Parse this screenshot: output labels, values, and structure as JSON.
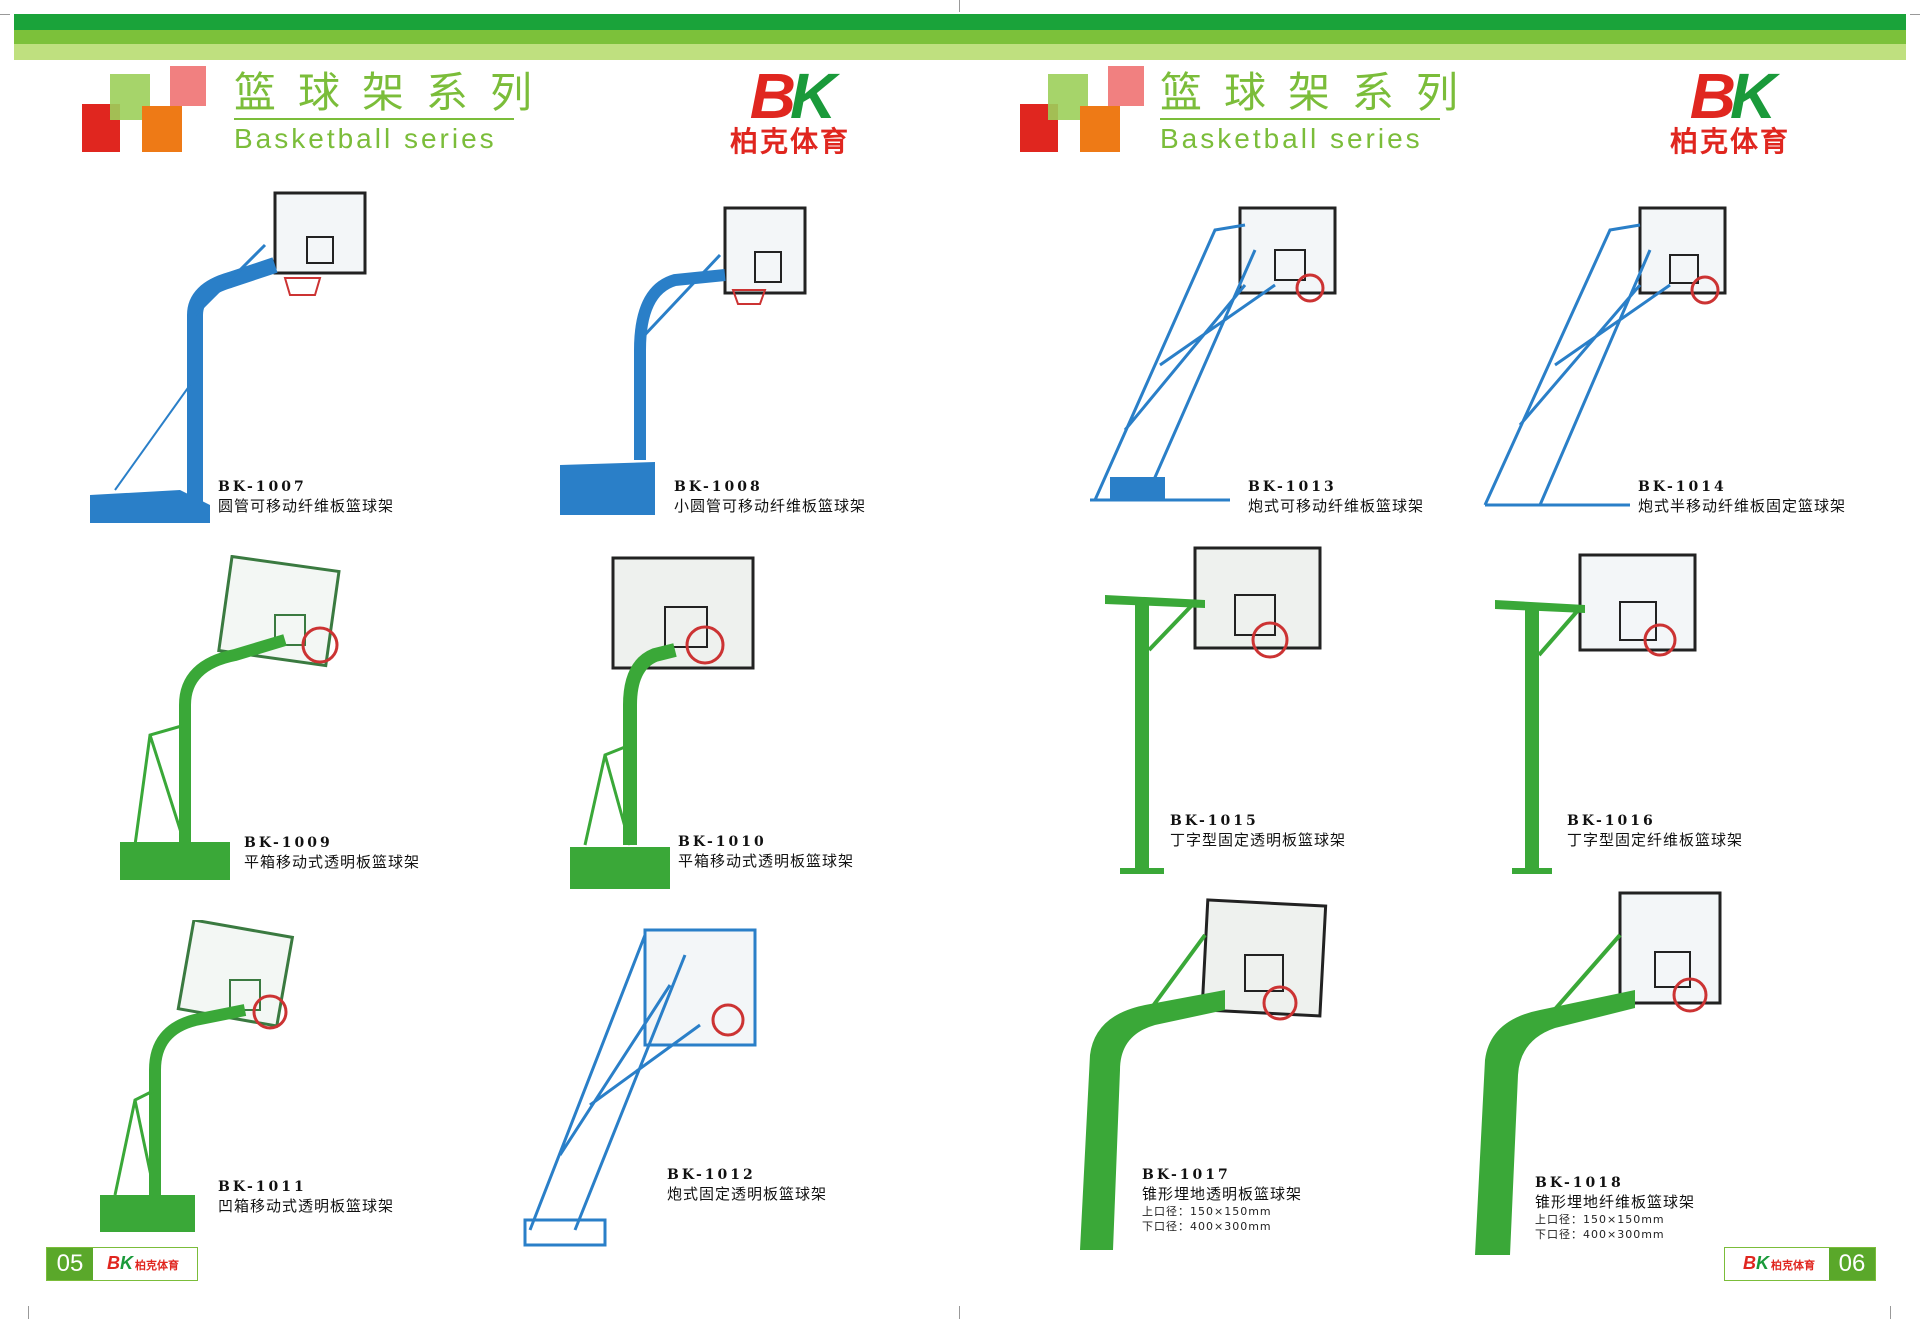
{
  "series": {
    "title_zh": "篮球架系列",
    "title_en": "Basketball series"
  },
  "brand": {
    "mark_b": "B",
    "mark_k": "K",
    "name_zh": "柏克体育",
    "footer_name": "柏克体育"
  },
  "colors": {
    "red": "#e0261f",
    "orange": "#ee7a16",
    "green_dark": "#1aa33a",
    "green_light": "#8dc63f",
    "blue_pole": "#2a7fc8",
    "green_pole": "#3aa838"
  },
  "pages": {
    "left": "05",
    "right": "06"
  },
  "products": [
    {
      "code": "BK-1007",
      "name": "圆管可移动纤维板篮球架"
    },
    {
      "code": "BK-1008",
      "name": "小圆管可移动纤维板篮球架"
    },
    {
      "code": "BK-1009",
      "name": "平箱移动式透明板篮球架"
    },
    {
      "code": "BK-1010",
      "name": "平箱移动式透明板篮球架"
    },
    {
      "code": "BK-1011",
      "name": "凹箱移动式透明板篮球架"
    },
    {
      "code": "BK-1012",
      "name": "炮式固定透明板篮球架"
    },
    {
      "code": "BK-1013",
      "name": "炮式可移动纤维板篮球架"
    },
    {
      "code": "BK-1014",
      "name": "炮式半移动纤维板固定篮球架"
    },
    {
      "code": "BK-1015",
      "name": "丁字型固定透明板篮球架"
    },
    {
      "code": "BK-1016",
      "name": "丁字型固定纤维板篮球架"
    },
    {
      "code": "BK-1017",
      "name": "锥形埋地透明板篮球架",
      "spec1": "上口径：150×150mm",
      "spec2": "下口径：400×300mm"
    },
    {
      "code": "BK-1018",
      "name": "锥形埋地纤维板篮球架",
      "spec1": "上口径：150×150mm",
      "spec2": "下口径：400×300mm"
    }
  ]
}
